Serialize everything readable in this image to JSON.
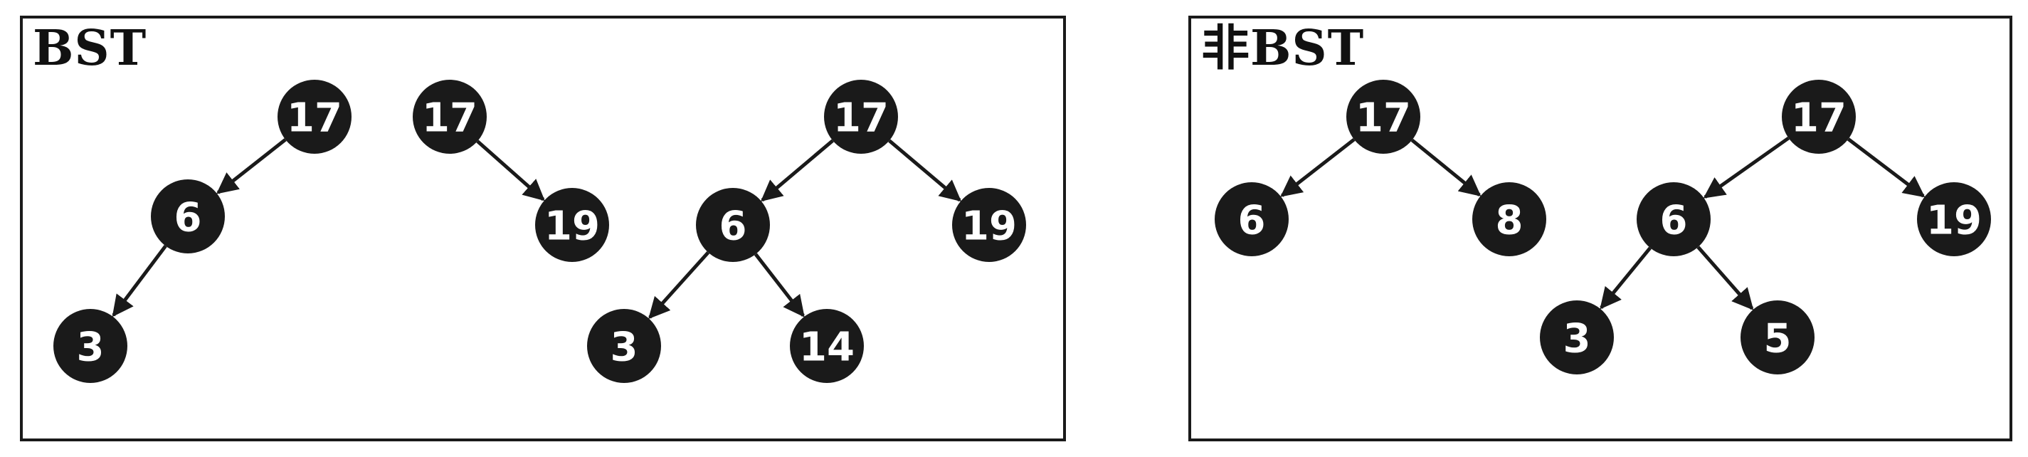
{
  "panels": [
    {
      "id": "bst",
      "title": "BST",
      "trees": [
        {
          "nodes": [
            {
              "id": "a1",
              "label": "17"
            },
            {
              "id": "a2",
              "label": "6"
            },
            {
              "id": "a3",
              "label": "3"
            }
          ],
          "edges": [
            [
              "a1",
              "a2"
            ],
            [
              "a2",
              "a3"
            ]
          ]
        },
        {
          "nodes": [
            {
              "id": "b1",
              "label": "17"
            },
            {
              "id": "b2",
              "label": "19"
            }
          ],
          "edges": [
            [
              "b1",
              "b2"
            ]
          ]
        },
        {
          "nodes": [
            {
              "id": "c1",
              "label": "17"
            },
            {
              "id": "c2",
              "label": "6"
            },
            {
              "id": "c3",
              "label": "19"
            },
            {
              "id": "c4",
              "label": "3"
            },
            {
              "id": "c5",
              "label": "14"
            }
          ],
          "edges": [
            [
              "c1",
              "c2"
            ],
            [
              "c1",
              "c3"
            ],
            [
              "c2",
              "c4"
            ],
            [
              "c2",
              "c5"
            ]
          ]
        }
      ]
    },
    {
      "id": "non",
      "title": "非BST",
      "trees": [
        {
          "nodes": [
            {
              "id": "d1",
              "label": "17"
            },
            {
              "id": "d2",
              "label": "6"
            },
            {
              "id": "d3",
              "label": "8"
            }
          ],
          "edges": [
            [
              "d1",
              "d2"
            ],
            [
              "d1",
              "d3"
            ]
          ]
        },
        {
          "nodes": [
            {
              "id": "e1",
              "label": "17"
            },
            {
              "id": "e2",
              "label": "6"
            },
            {
              "id": "e3",
              "label": "19"
            },
            {
              "id": "e4",
              "label": "3"
            },
            {
              "id": "e5",
              "label": "5"
            }
          ],
          "edges": [
            [
              "e1",
              "e2"
            ],
            [
              "e1",
              "e3"
            ],
            [
              "e2",
              "e4"
            ],
            [
              "e2",
              "e5"
            ]
          ]
        }
      ]
    }
  ]
}
